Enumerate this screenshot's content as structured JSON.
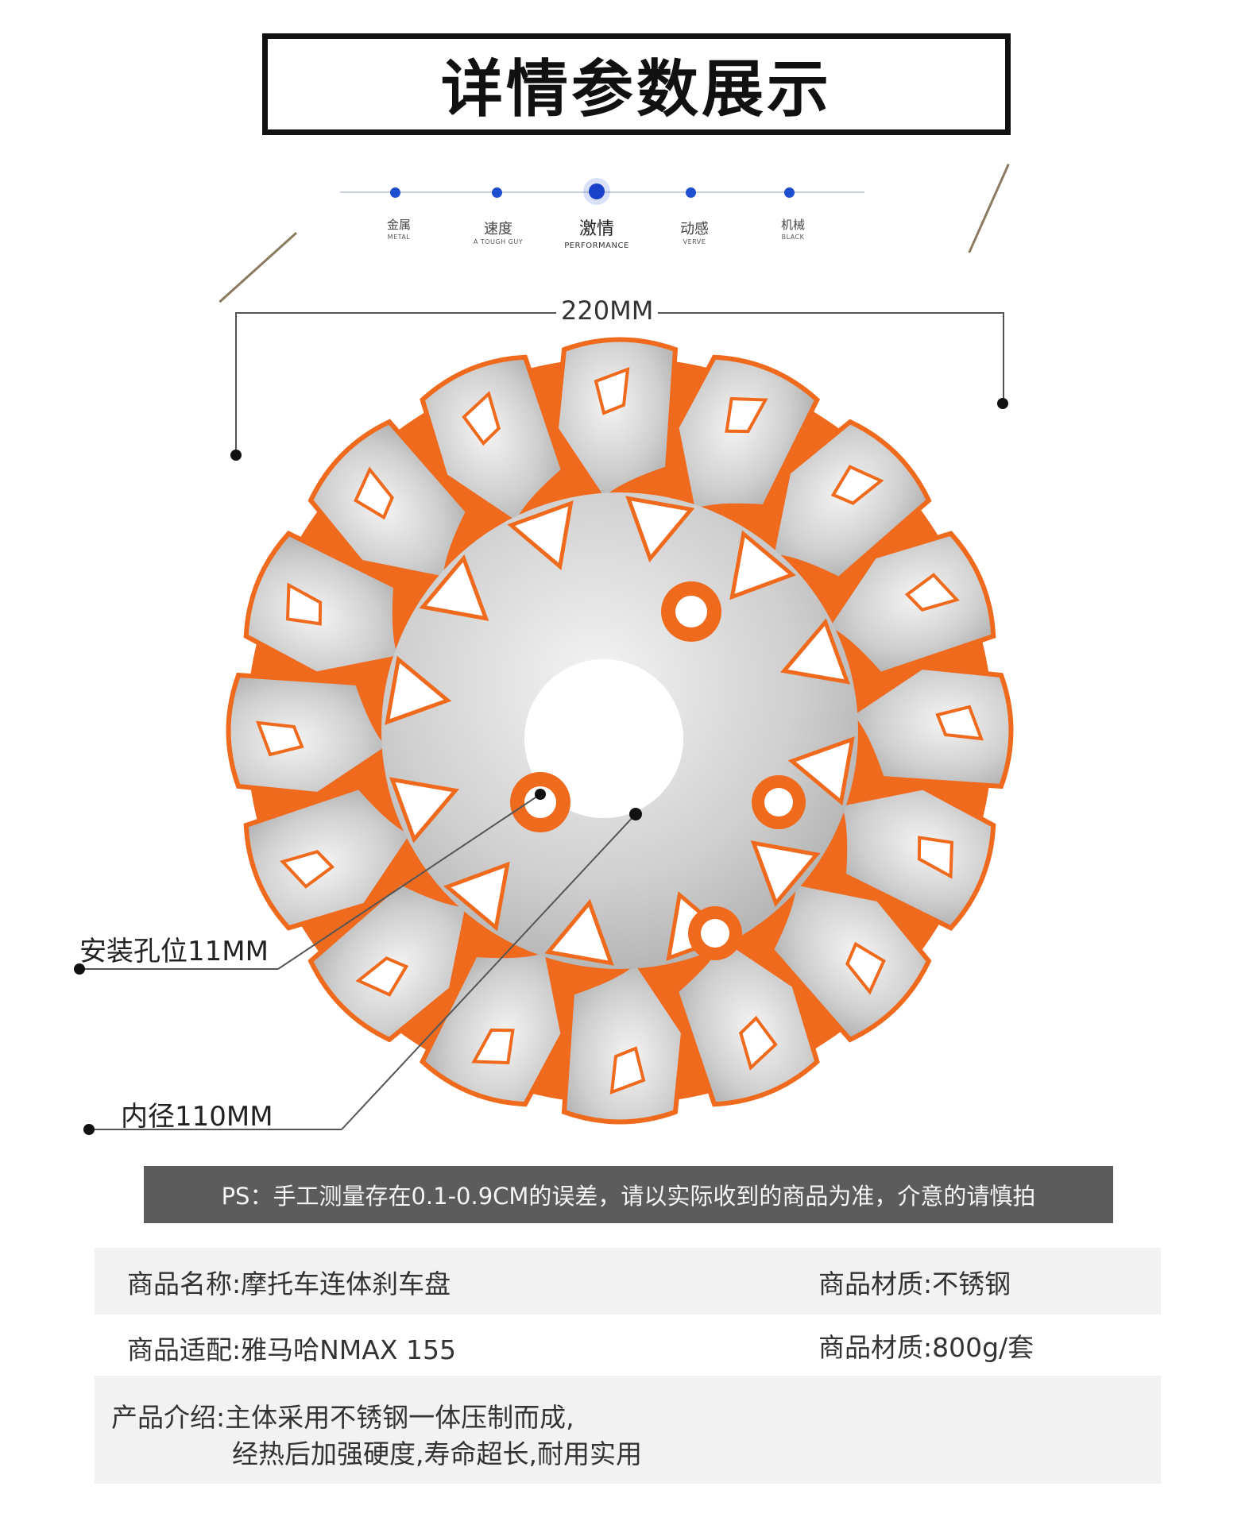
{
  "title": "详情参数展示",
  "nav": {
    "items": [
      {
        "label": "金属",
        "sub": "METAL",
        "active": false
      },
      {
        "label": "速度",
        "sub": "A TOUGH GUY",
        "active": false
      },
      {
        "label": "激情",
        "sub": "PERFORMANCE",
        "active": true
      },
      {
        "label": "动感",
        "sub": "VERVE",
        "active": false
      },
      {
        "label": "机械",
        "sub": "BLACK",
        "active": false
      }
    ],
    "accent_color": "#1d4fd0"
  },
  "dimensions": {
    "outer": "220MM",
    "mounting_hole": "安装孔位11MM",
    "inner": "内径110MM"
  },
  "colors": {
    "disc_orange": "#f06a1e",
    "disc_silver": "#c9c9c9",
    "ps_bar": "#5c5c5c"
  },
  "ps_note": "PS：手工测量存在0.1-0.9CM的误差，请以实际收到的商品为准，介意的请慎拍",
  "specs": {
    "name_key": "商品名称:",
    "name_val": "摩托车连体刹车盘",
    "material_key": "商品材质:",
    "material_val": "不锈钢",
    "fit_key": "商品适配:",
    "fit_val": "雅马哈NMAX 155",
    "weight_key": "商品材质:",
    "weight_val": "800g/套",
    "intro_key": "产品介绍:",
    "intro_line1": "主体采用不锈钢一体压制而成,",
    "intro_line2": "经热后加强硬度,寿命超长,耐用实用"
  }
}
